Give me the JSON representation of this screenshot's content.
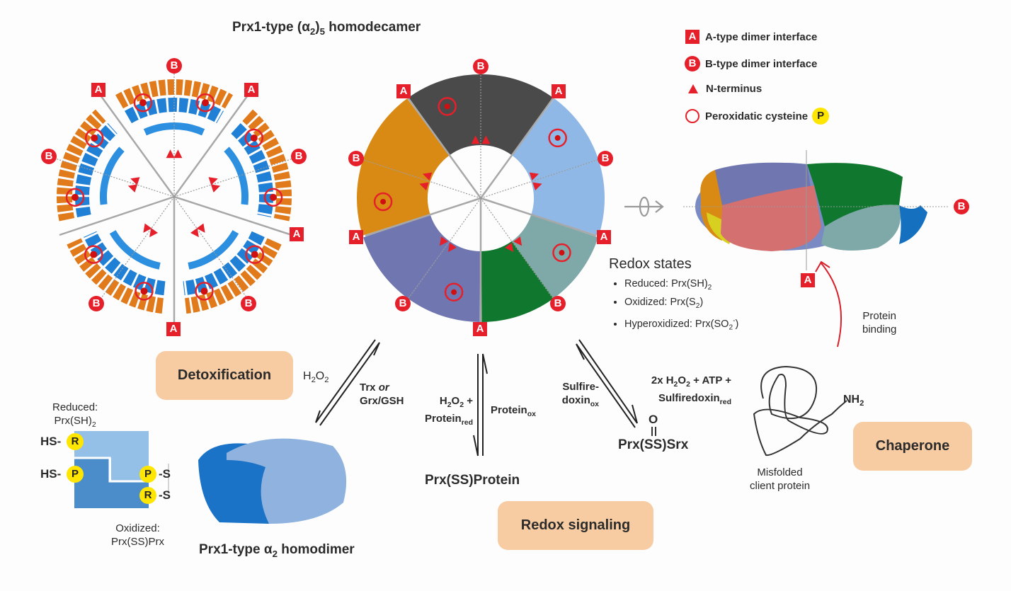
{
  "titles": {
    "decamer_prefix": "Prx1-type (α",
    "decamer_sub1": "2",
    "decamer_mid": ")",
    "decamer_sub2": "5",
    "decamer_suffix": " homodecamer",
    "dimer_prefix": "Prx1-type α",
    "dimer_sub": "2",
    "dimer_suffix": " homodimer"
  },
  "legend": {
    "items": [
      {
        "icon": "A-square-icon",
        "glyph": "A",
        "label": "A-type dimer interface"
      },
      {
        "icon": "B-circle-icon",
        "glyph": "B",
        "label": "B-type dimer interface"
      },
      {
        "icon": "triangle-icon",
        "glyph": "",
        "label": "N-terminus"
      },
      {
        "icon": "ring-icon",
        "glyph": "",
        "label": "Peroxidatic cysteine",
        "badge": "P"
      }
    ]
  },
  "interface_labels": {
    "A": "A",
    "B": "B"
  },
  "redox_states": {
    "title": "Redox states",
    "items": [
      {
        "label": "Reduced: Prx(SH)",
        "sub": "2",
        "tail": ""
      },
      {
        "label": "Oxidized: Prx(S",
        "sub": "2",
        "tail": ")"
      },
      {
        "label": "Hyperoxidized: Prx(SO",
        "sub": "2",
        "sup": "-",
        "tail": ")"
      }
    ]
  },
  "functions": {
    "detox": "Detoxification",
    "signaling": "Redox signaling",
    "chaperone": "Chaperone"
  },
  "reactions": {
    "h2o2": {
      "a": "H",
      "s1": "2",
      "b": "O",
      "s2": "2"
    },
    "trx_line1": "Trx ",
    "trx_or": "or",
    "trx_line2": "Grx/GSH",
    "signal_left_1": "H",
    "signal_left_s1": "2",
    "signal_left_2": "O",
    "signal_left_s2": "2",
    "signal_left_3": " +",
    "signal_left_line2": "Protein",
    "signal_left_line2_sub": "red",
    "signal_right": "Protein",
    "signal_right_sub": "ox",
    "srx_left_line1": "Sulfire-",
    "srx_left_line2": "doxin",
    "srx_left_sub": "ox",
    "srx_right_line1_a": "2x H",
    "srx_right_line1_s1": "2",
    "srx_right_line1_b": "O",
    "srx_right_line1_s2": "2",
    "srx_right_line1_c": " + ATP +",
    "srx_right_line2": "Sulfiredoxin",
    "srx_right_line2_sub": "red"
  },
  "products": {
    "prx_protein": "Prx(SS)Protein",
    "prx_srx": "Prx(SS)Srx",
    "prx_srx_oxygen": "O"
  },
  "scheme": {
    "reduced_label": "Reduced:",
    "reduced_formula": "Prx(SH)",
    "reduced_sub": "2",
    "oxidized_label": "Oxidized:",
    "oxidized_formula": "Prx(SS)Prx",
    "hs": "HS",
    "s": "S",
    "R": "R",
    "P": "P"
  },
  "chaperone": {
    "binding_line1": "Protein",
    "binding_line2": "binding",
    "nh2": "NH",
    "nh2_sub": "2",
    "client_line1": "Misfolded",
    "client_line2": "client protein"
  },
  "colors": {
    "accent_red": "#e5202a",
    "pill_bg": "#f8cca2",
    "badge_yellow": "#ffe600",
    "dark_blue": "#1a73c7",
    "light_blue": "#8fb8e6"
  }
}
